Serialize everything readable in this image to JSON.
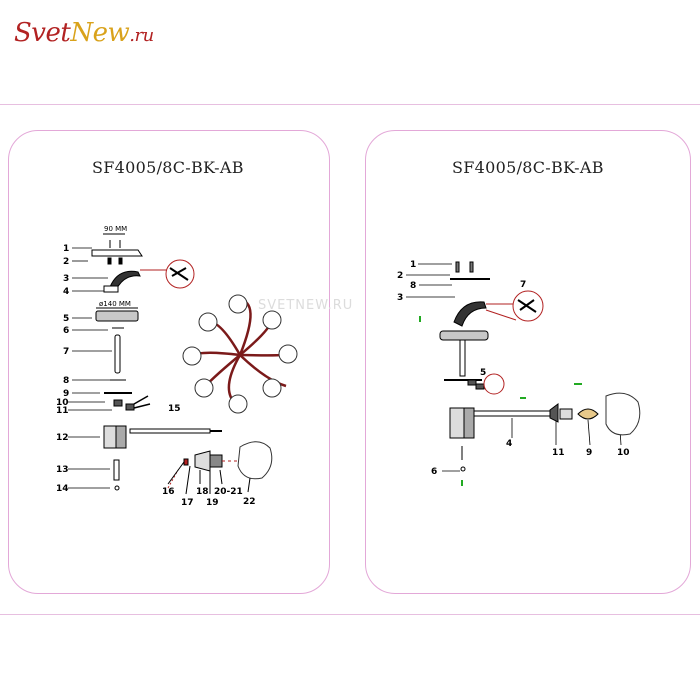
{
  "logo": {
    "part1": "Svet",
    "part2": "New",
    "part3": ".ru"
  },
  "watermark": "SVETNEW.RU",
  "left_panel": {
    "title": "SF4005/8C-BK-AB",
    "dim_top": "90 MM",
    "dim_canopy": "ø140 MM",
    "labels": [
      "1",
      "2",
      "3",
      "4",
      "5",
      "6",
      "7",
      "8",
      "9",
      "10",
      "11",
      "12",
      "13",
      "14",
      "15",
      "16",
      "17",
      "18",
      "19",
      "20-21",
      "22"
    ]
  },
  "right_panel": {
    "title": "SF4005/8C-BK-AB",
    "labels": [
      "1",
      "2",
      "8",
      "3",
      "7",
      "5",
      "4",
      "11",
      "9",
      "10",
      "6"
    ]
  },
  "colors": {
    "border": "#e3a8d8",
    "line": "#e7bfe0",
    "accent_red": "#b22222",
    "accent_gold": "#d9a21b",
    "marker_green": "#22aa22"
  }
}
